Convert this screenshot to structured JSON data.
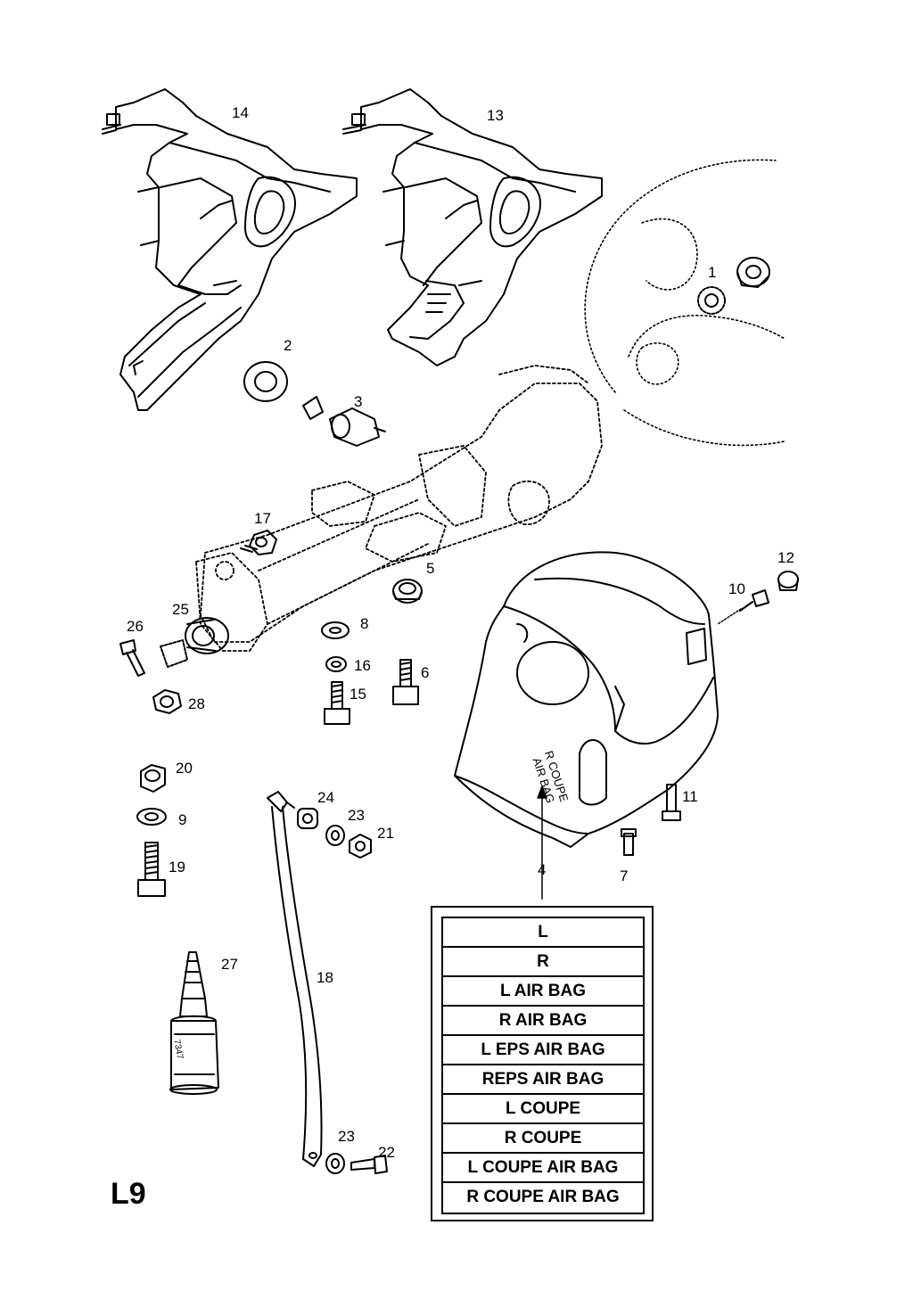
{
  "page": {
    "sheet_code": "L9"
  },
  "callouts": [
    {
      "id": "1",
      "label": "1"
    },
    {
      "id": "2",
      "label": "2"
    },
    {
      "id": "3",
      "label": "3"
    },
    {
      "id": "4",
      "label": "4"
    },
    {
      "id": "5",
      "label": "5"
    },
    {
      "id": "6",
      "label": "6"
    },
    {
      "id": "7",
      "label": "7"
    },
    {
      "id": "8",
      "label": "8"
    },
    {
      "id": "9",
      "label": "9"
    },
    {
      "id": "10",
      "label": "10"
    },
    {
      "id": "11",
      "label": "11"
    },
    {
      "id": "12",
      "label": "12"
    },
    {
      "id": "13",
      "label": "13"
    },
    {
      "id": "14",
      "label": "14"
    },
    {
      "id": "15",
      "label": "15"
    },
    {
      "id": "16",
      "label": "16"
    },
    {
      "id": "17",
      "label": "17"
    },
    {
      "id": "18",
      "label": "18"
    },
    {
      "id": "19",
      "label": "19"
    },
    {
      "id": "20",
      "label": "20"
    },
    {
      "id": "21",
      "label": "21"
    },
    {
      "id": "22",
      "label": "22"
    },
    {
      "id": "23a",
      "label": "23"
    },
    {
      "id": "23b",
      "label": "23"
    },
    {
      "id": "24",
      "label": "24"
    },
    {
      "id": "25",
      "label": "25"
    },
    {
      "id": "26",
      "label": "26"
    },
    {
      "id": "27",
      "label": "27"
    },
    {
      "id": "28",
      "label": "28"
    }
  ],
  "part_4_variants": [
    "L",
    "R",
    "L AIR BAG",
    "R AIR BAG",
    "L EPS AIR BAG",
    "REPS AIR BAG",
    "L COUPE",
    "R COUPE",
    "L COUPE AIR BAG",
    "R COUPE AIR BAG"
  ],
  "cover_marking": {
    "line1": "R COUPE",
    "line2": "AIR BAG"
  },
  "bottle_label": {
    "code": "7347"
  }
}
